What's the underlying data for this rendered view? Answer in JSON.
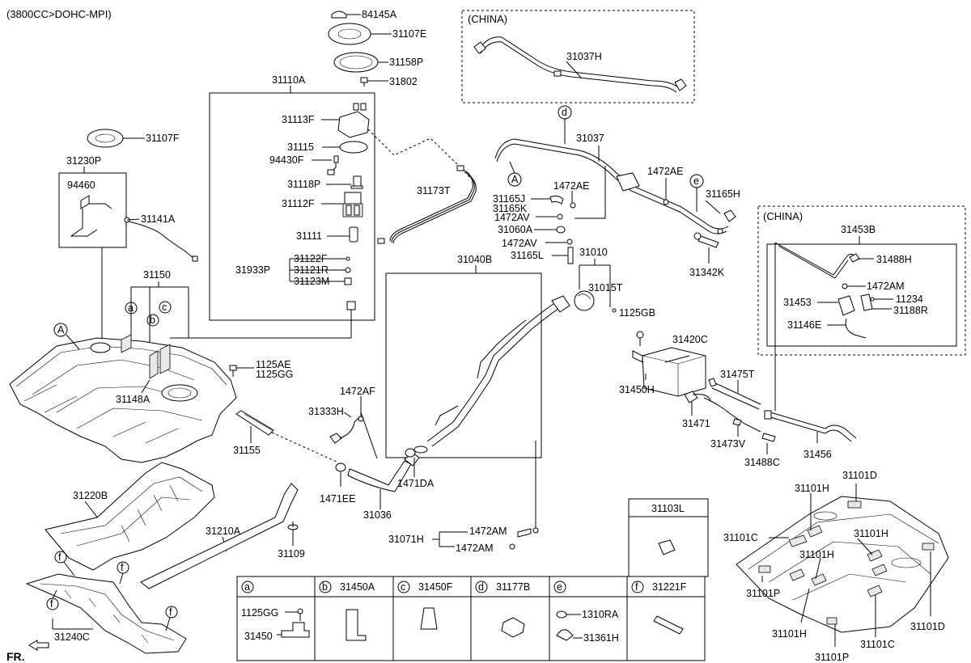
{
  "header": {
    "engine": "(3800CC>DOHC-MPI)"
  },
  "china_boxes": {
    "top": "(CHINA)",
    "right": "(CHINA)"
  },
  "front_indicator": "FR.",
  "callouts": {
    "A1": "A",
    "A2": "A",
    "a": "a",
    "b": "b",
    "c": "c",
    "d": "d",
    "e": "e",
    "f1": "f",
    "f2": "f",
    "f3": "f",
    "f4": "f"
  },
  "parts": {
    "p84145A": "84145A",
    "p31107E": "31107E",
    "p31158P": "31158P",
    "p31802": "31802",
    "p31110A": "31110A",
    "p31113F": "31113F",
    "p31115": "31115",
    "p94430F": "94430F",
    "p31118P": "31118P",
    "p31112F": "31112F",
    "p31111": "31111",
    "p31122F": "31122F",
    "p31933P": "31933P",
    "p31121R": "31121R",
    "p31123M": "31123M",
    "p31107F": "31107F",
    "p31230P": "31230P",
    "p94460": "94460",
    "p31141A": "31141A",
    "p31150": "31150",
    "p31148A": "31148A",
    "p1125AE": "1125AE",
    "p1125GG_top": "1125GG",
    "p31155": "31155",
    "p31220B": "31220B",
    "p31210A": "31210A",
    "p31109": "31109",
    "p31240C": "31240C",
    "p31173T": "31173T",
    "p31037H": "31037H",
    "p31037": "31037",
    "p1472AE_1": "1472AE",
    "p1472AE_2": "1472AE",
    "p31165J": "31165J",
    "p31165K": "31165K",
    "p1472AV_1": "1472AV",
    "p31060A": "31060A",
    "p1472AV_2": "1472AV",
    "p31165L": "31165L",
    "p31165H": "31165H",
    "p31342K": "31342K",
    "p31010": "31010",
    "p31015T": "31015T",
    "p1125GB": "1125GB",
    "p31040B": "31040B",
    "p1472AF": "1472AF",
    "p31333H": "31333H",
    "p1471EE": "1471EE",
    "p31036": "31036",
    "p1471DA": "1471DA",
    "p31071H": "31071H",
    "p1472AM_1": "1472AM",
    "p1472AM_2": "1472AM",
    "p31420C": "31420C",
    "p31450H": "31450H",
    "p31475T": "31475T",
    "p31471": "31471",
    "p31473V": "31473V",
    "p31488C": "31488C",
    "p31456": "31456",
    "p31453B": "31453B",
    "p31488H": "31488H",
    "p1472AM_3": "1472AM",
    "p31453": "31453",
    "p11234": "11234",
    "p31188R": "31188R",
    "p31146E": "31146E",
    "p31103L": "31103L",
    "p31101D_1": "31101D",
    "p31101H_1": "31101H",
    "p31101C_1": "31101C",
    "p31101H_2": "31101H",
    "p31101H_3": "31101H",
    "p31101P_1": "31101P",
    "p31101H_4": "31101H",
    "p31101C_2": "31101C",
    "p31101D_2": "31101D",
    "p31101P_2": "31101P"
  },
  "legend": {
    "headers": [
      {
        "letter": "a",
        "part": ""
      },
      {
        "letter": "b",
        "part": "31450A"
      },
      {
        "letter": "c",
        "part": "31450F"
      },
      {
        "letter": "d",
        "part": "31177B"
      },
      {
        "letter": "e",
        "part": ""
      },
      {
        "letter": "f",
        "part": "31221F"
      }
    ],
    "cell_a": {
      "top": "1125GG",
      "bottom": "31450"
    },
    "cell_e": {
      "top": "1310RA",
      "bottom": "31361H"
    }
  }
}
